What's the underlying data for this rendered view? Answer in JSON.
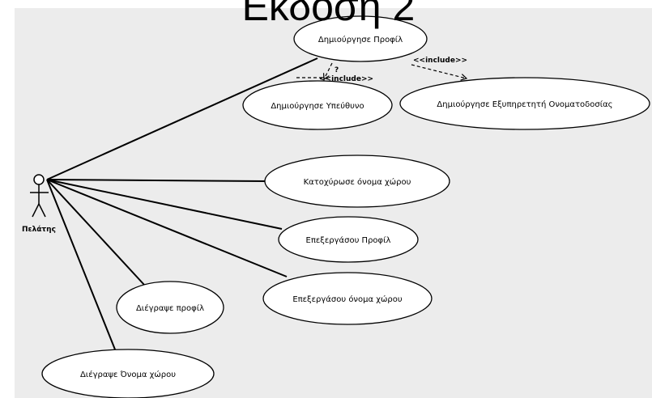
{
  "title": "Έκδοση 2",
  "actor": {
    "name": "Πελάτης"
  },
  "use_cases": {
    "create_profile": "Δημιούργησε Προφίλ",
    "create_responsible": "Δημιούργησε Υπεύθυνο",
    "create_registrar_service": "Δημιούργησε Εξυπηρετητή Ονοματοδοσίας",
    "register_domain": "Κατοχύρωσε όνομα χώρου",
    "edit_profile": "Επεξεργάσου Προφίλ",
    "edit_domain": "Επεξεργάσου όνομα χώρου",
    "delete_profile": "Διέγραψε προφίλ",
    "delete_domain": "Διέγραψε Όνομα χώρου"
  },
  "relations": {
    "include_left": "<<include>>",
    "include_right": "<<include>>",
    "multiplicity": "?"
  }
}
